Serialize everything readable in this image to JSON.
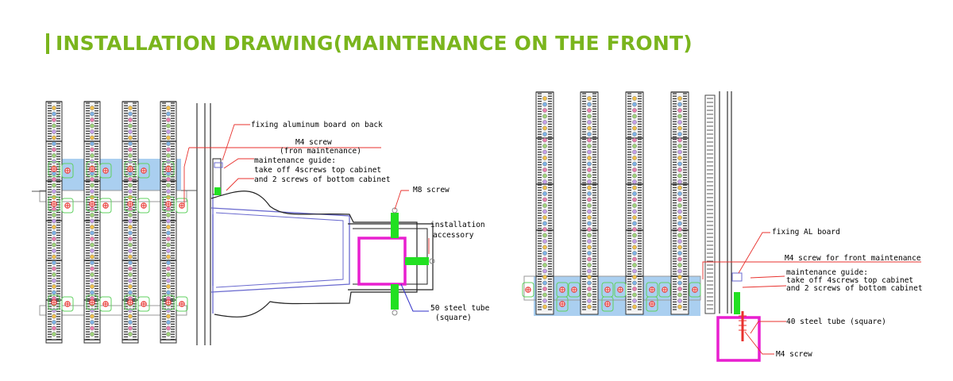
{
  "title": "INSTALLATION DRAWING(MAINTENANCE ON THE FRONT)",
  "colors": {
    "accent": "#7ab51d",
    "leader": "#e8322e",
    "tube": "#e81fcf",
    "bracket": "#22e022",
    "panel_blue": "#aacff0",
    "module": "#3a3a3a"
  },
  "left_drawing": {
    "fixing_board": "fixing aluminum board on back",
    "m4_screw": "M4 screw",
    "m4_screw_sub": "(fron maintenance)",
    "guide_title": "maintenance guide:",
    "guide_line1": "take off 4screws top cabinet",
    "guide_line2": "and 2 screws of bottom cabinet",
    "m8_screw": "M8 screw",
    "installation": "installation",
    "accessory": "accessory",
    "steel_tube": "50 steel tube",
    "steel_tube_sub": "(square)"
  },
  "right_drawing": {
    "fixing_board": "fixing AL board",
    "m4_screw": "M4 screw for front maintenance",
    "guide_title": "maintenance guide:",
    "guide_line1": "take off 4screws top cabinet",
    "guide_line2": "and 2 screws of bottom cabinet",
    "steel_tube": "40 steel tube (square)",
    "m4_screw_bottom": "M4 screw"
  }
}
